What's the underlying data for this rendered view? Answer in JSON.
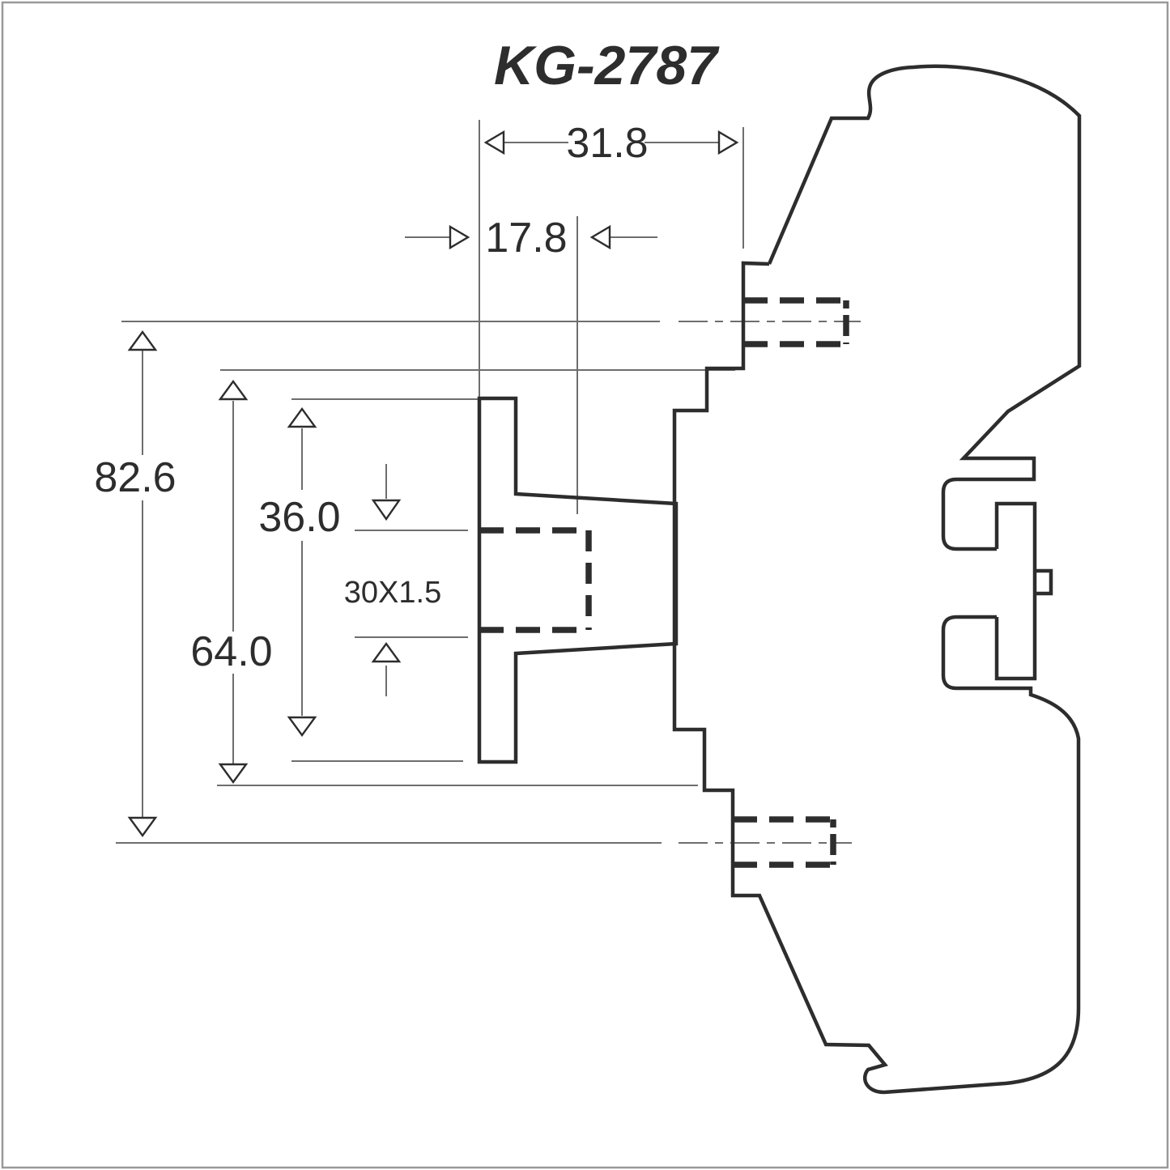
{
  "title": "KG-2787",
  "drawing": {
    "dim_flange_face_width": "31.8",
    "dim_hub_width": "17.8",
    "dim_overall_height": "82.6",
    "dim_mid_height": "64.0",
    "dim_flange_height": "36.0",
    "thread_spec": "30X1.5"
  },
  "colors": {
    "ink": "#2d2d2d",
    "thin": "#6e6e6e",
    "border": "#999999",
    "bg": "#ffffff"
  }
}
